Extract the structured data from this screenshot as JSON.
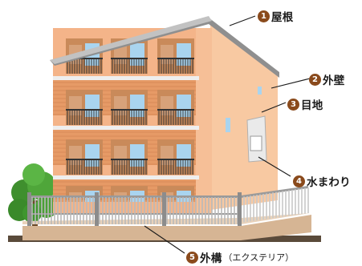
{
  "callouts": [
    {
      "id": "roof",
      "number": "1",
      "label": "屋根",
      "sub": ""
    },
    {
      "id": "wall",
      "number": "2",
      "label": "外壁",
      "sub": ""
    },
    {
      "id": "joint",
      "number": "3",
      "label": "目地",
      "sub": ""
    },
    {
      "id": "water",
      "number": "4",
      "label": "水まわり",
      "sub": ""
    },
    {
      "id": "exterior",
      "number": "5",
      "label": "外構",
      "sub": "（エクステリア）"
    }
  ],
  "colors": {
    "callout_badge": "#8a4a1c",
    "roof_edge": "#8f8f8f",
    "wall_front": "#f4b489",
    "wall_side": "#f8c9a2",
    "brick": "#e69a66",
    "window": "#a9d4ef",
    "railing": "#b9b9b9",
    "base": "#d6b594",
    "tree": "#4fa63a"
  }
}
